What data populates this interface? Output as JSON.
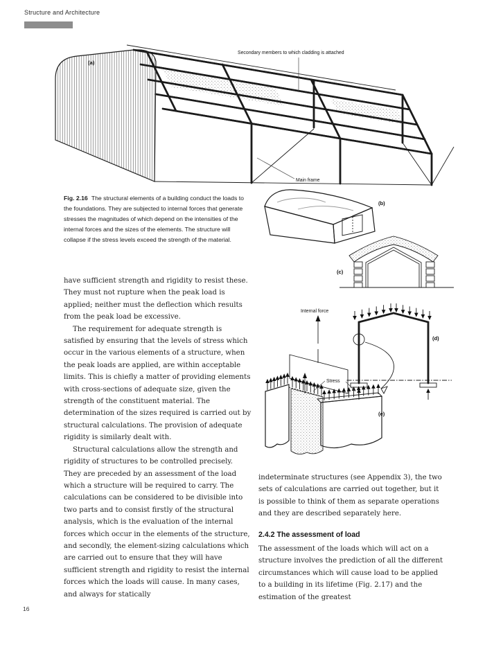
{
  "header": {
    "book_title": "Structure and Architecture"
  },
  "page": {
    "number": "16"
  },
  "figure": {
    "caption_label": "Fig. 2.16",
    "caption_text": "The structural elements of a building conduct the loads to the foundations. They are subjected to internal forces that generate stresses the magnitudes of which depend on the intensities of the internal forces and the sizes of the elements. The structure will collapse if the stress levels exceed the strength of the material.",
    "labels": {
      "a": "(a)",
      "b": "(b)",
      "c": "(c)",
      "d": "(d)",
      "e": "(e)"
    },
    "annotations": {
      "secondary_members": "Secondary members to which cladding is attached",
      "main_frame": "Main frame",
      "internal_force": "Internal force",
      "stress": "Stress"
    }
  },
  "left_column": {
    "paragraphs": [
      "have sufficient strength and rigidity to resist these. They must not rupture when the peak load is applied; neither must the deflection which results from the peak load be excessive.",
      "The requirement for adequate strength is satisfied by ensuring that the levels of stress which occur in the various elements of a structure, when the peak loads are applied, are within acceptable limits. This is chiefly a matter of providing elements with cross-sections of adequate size, given the strength of the constituent material. The determination of the sizes required is carried out by structural calculations. The provision of adequate rigidity is similarly dealt with.",
      "Structural calculations allow the strength and rigidity of structures to be controlled precisely. They are preceded by an assessment of the load which a structure will be required to carry. The calculations can be considered to be divisible into two parts and to consist firstly of the structural analysis, which is the evaluation of the internal forces which occur in the elements of the structure, and secondly, the element-sizing calculations which are carried out to ensure that they will have sufficient strength and rigidity to resist the internal forces which the loads will cause. In many cases, and always for statically"
    ]
  },
  "right_column": {
    "paragraph_1": "indeterminate structures (see Appendix 3), the two sets of calculations are carried out together, but it is possible to think of them as separate operations and they are described separately here.",
    "section_heading": "2.4.2 The assessment of load",
    "paragraph_2": "The assessment of the loads which will act on a structure involves the prediction of all the different circumstances which will cause load to be applied to a building in its lifetime (Fig. 2.17) and the estimation of the greatest"
  }
}
